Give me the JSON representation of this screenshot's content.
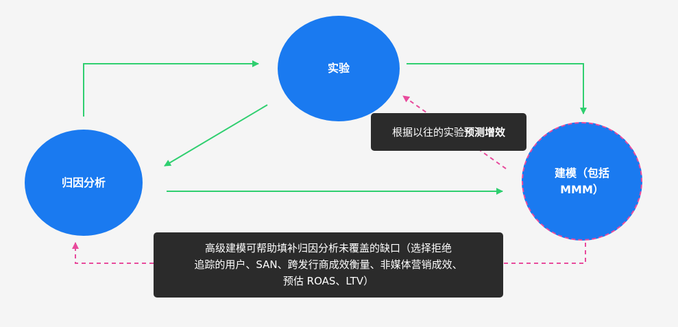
{
  "colors": {
    "background": "#f5f5f5",
    "node_fill": "#1a7af0",
    "flow_arrow": "#2fcf6f",
    "feedback_arrow": "#e84a9c",
    "tooltip_bg": "#2b2b2b",
    "text_light": "#ffffff"
  },
  "nodes": {
    "experiment": "实验",
    "attribution": "归因分析",
    "modeling_line1": "建模（包括",
    "modeling_line2": "MMM）"
  },
  "tooltips": {
    "top_prefix": "根据以往的实验",
    "top_emphasis": "预测增效",
    "bottom_line1": "高级建模可帮助填补归因分析未覆盖的缺口（选择拒绝",
    "bottom_line2": "追踪的用户、SAN、跨发行商成效衡量、非媒体营销成效、",
    "bottom_line3": "预估 ROAS、LTV）"
  }
}
